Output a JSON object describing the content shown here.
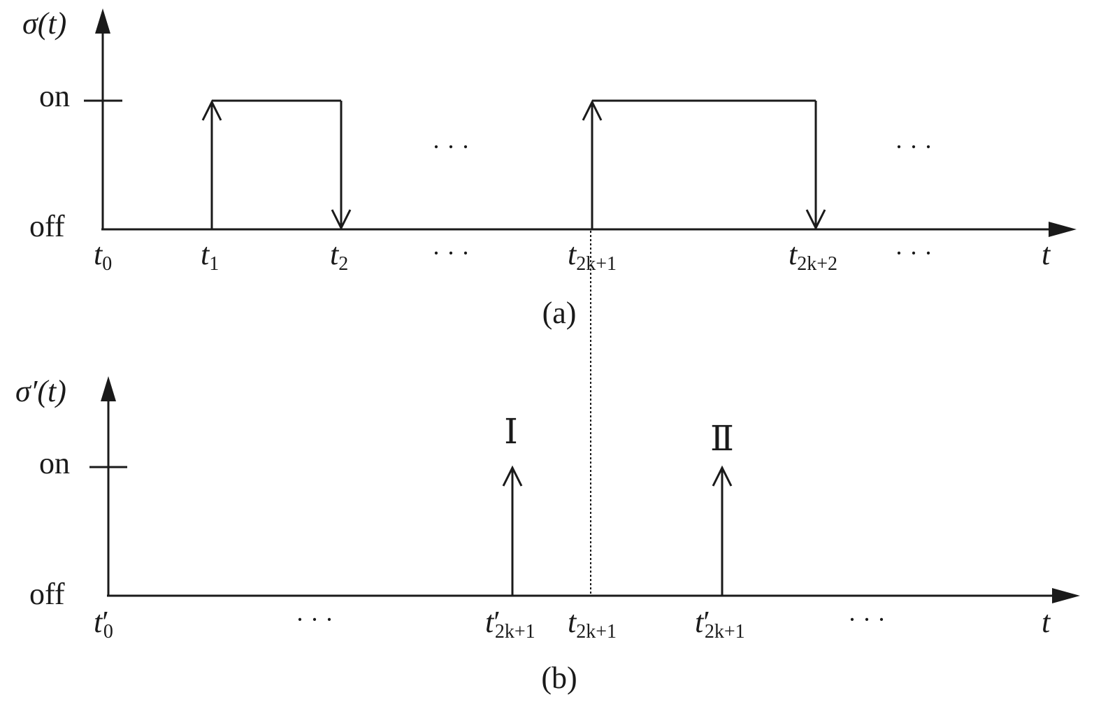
{
  "panel_a": {
    "y_axis_label": "σ(t)",
    "on_label": "on",
    "off_label": "off",
    "x_axis_label": "t",
    "caption": "(a)",
    "ellipsis": "· · ·",
    "ticks": [
      {
        "base": "t",
        "prime": "",
        "sub": "0"
      },
      {
        "base": "t",
        "prime": "",
        "sub": "1"
      },
      {
        "base": "t",
        "prime": "",
        "sub": "2"
      },
      {
        "base": "t",
        "prime": "",
        "sub": "2k+1"
      },
      {
        "base": "t",
        "prime": "",
        "sub": "2k+2"
      }
    ]
  },
  "panel_b": {
    "y_axis_label": "σ′(t)",
    "on_label": "on",
    "off_label": "off",
    "x_axis_label": "t",
    "caption": "(b)",
    "ellipsis": "· · ·",
    "ticks": [
      {
        "base": "t",
        "prime": "′",
        "sub": "0"
      },
      {
        "base": "t",
        "prime": "′",
        "sub": "2k+1"
      },
      {
        "base": "t",
        "prime": "",
        "sub": "2k+1"
      },
      {
        "base": "t",
        "prime": "′",
        "sub": "2k+1"
      }
    ],
    "impulse_labels": [
      "Ⅰ",
      "Ⅱ"
    ]
  }
}
